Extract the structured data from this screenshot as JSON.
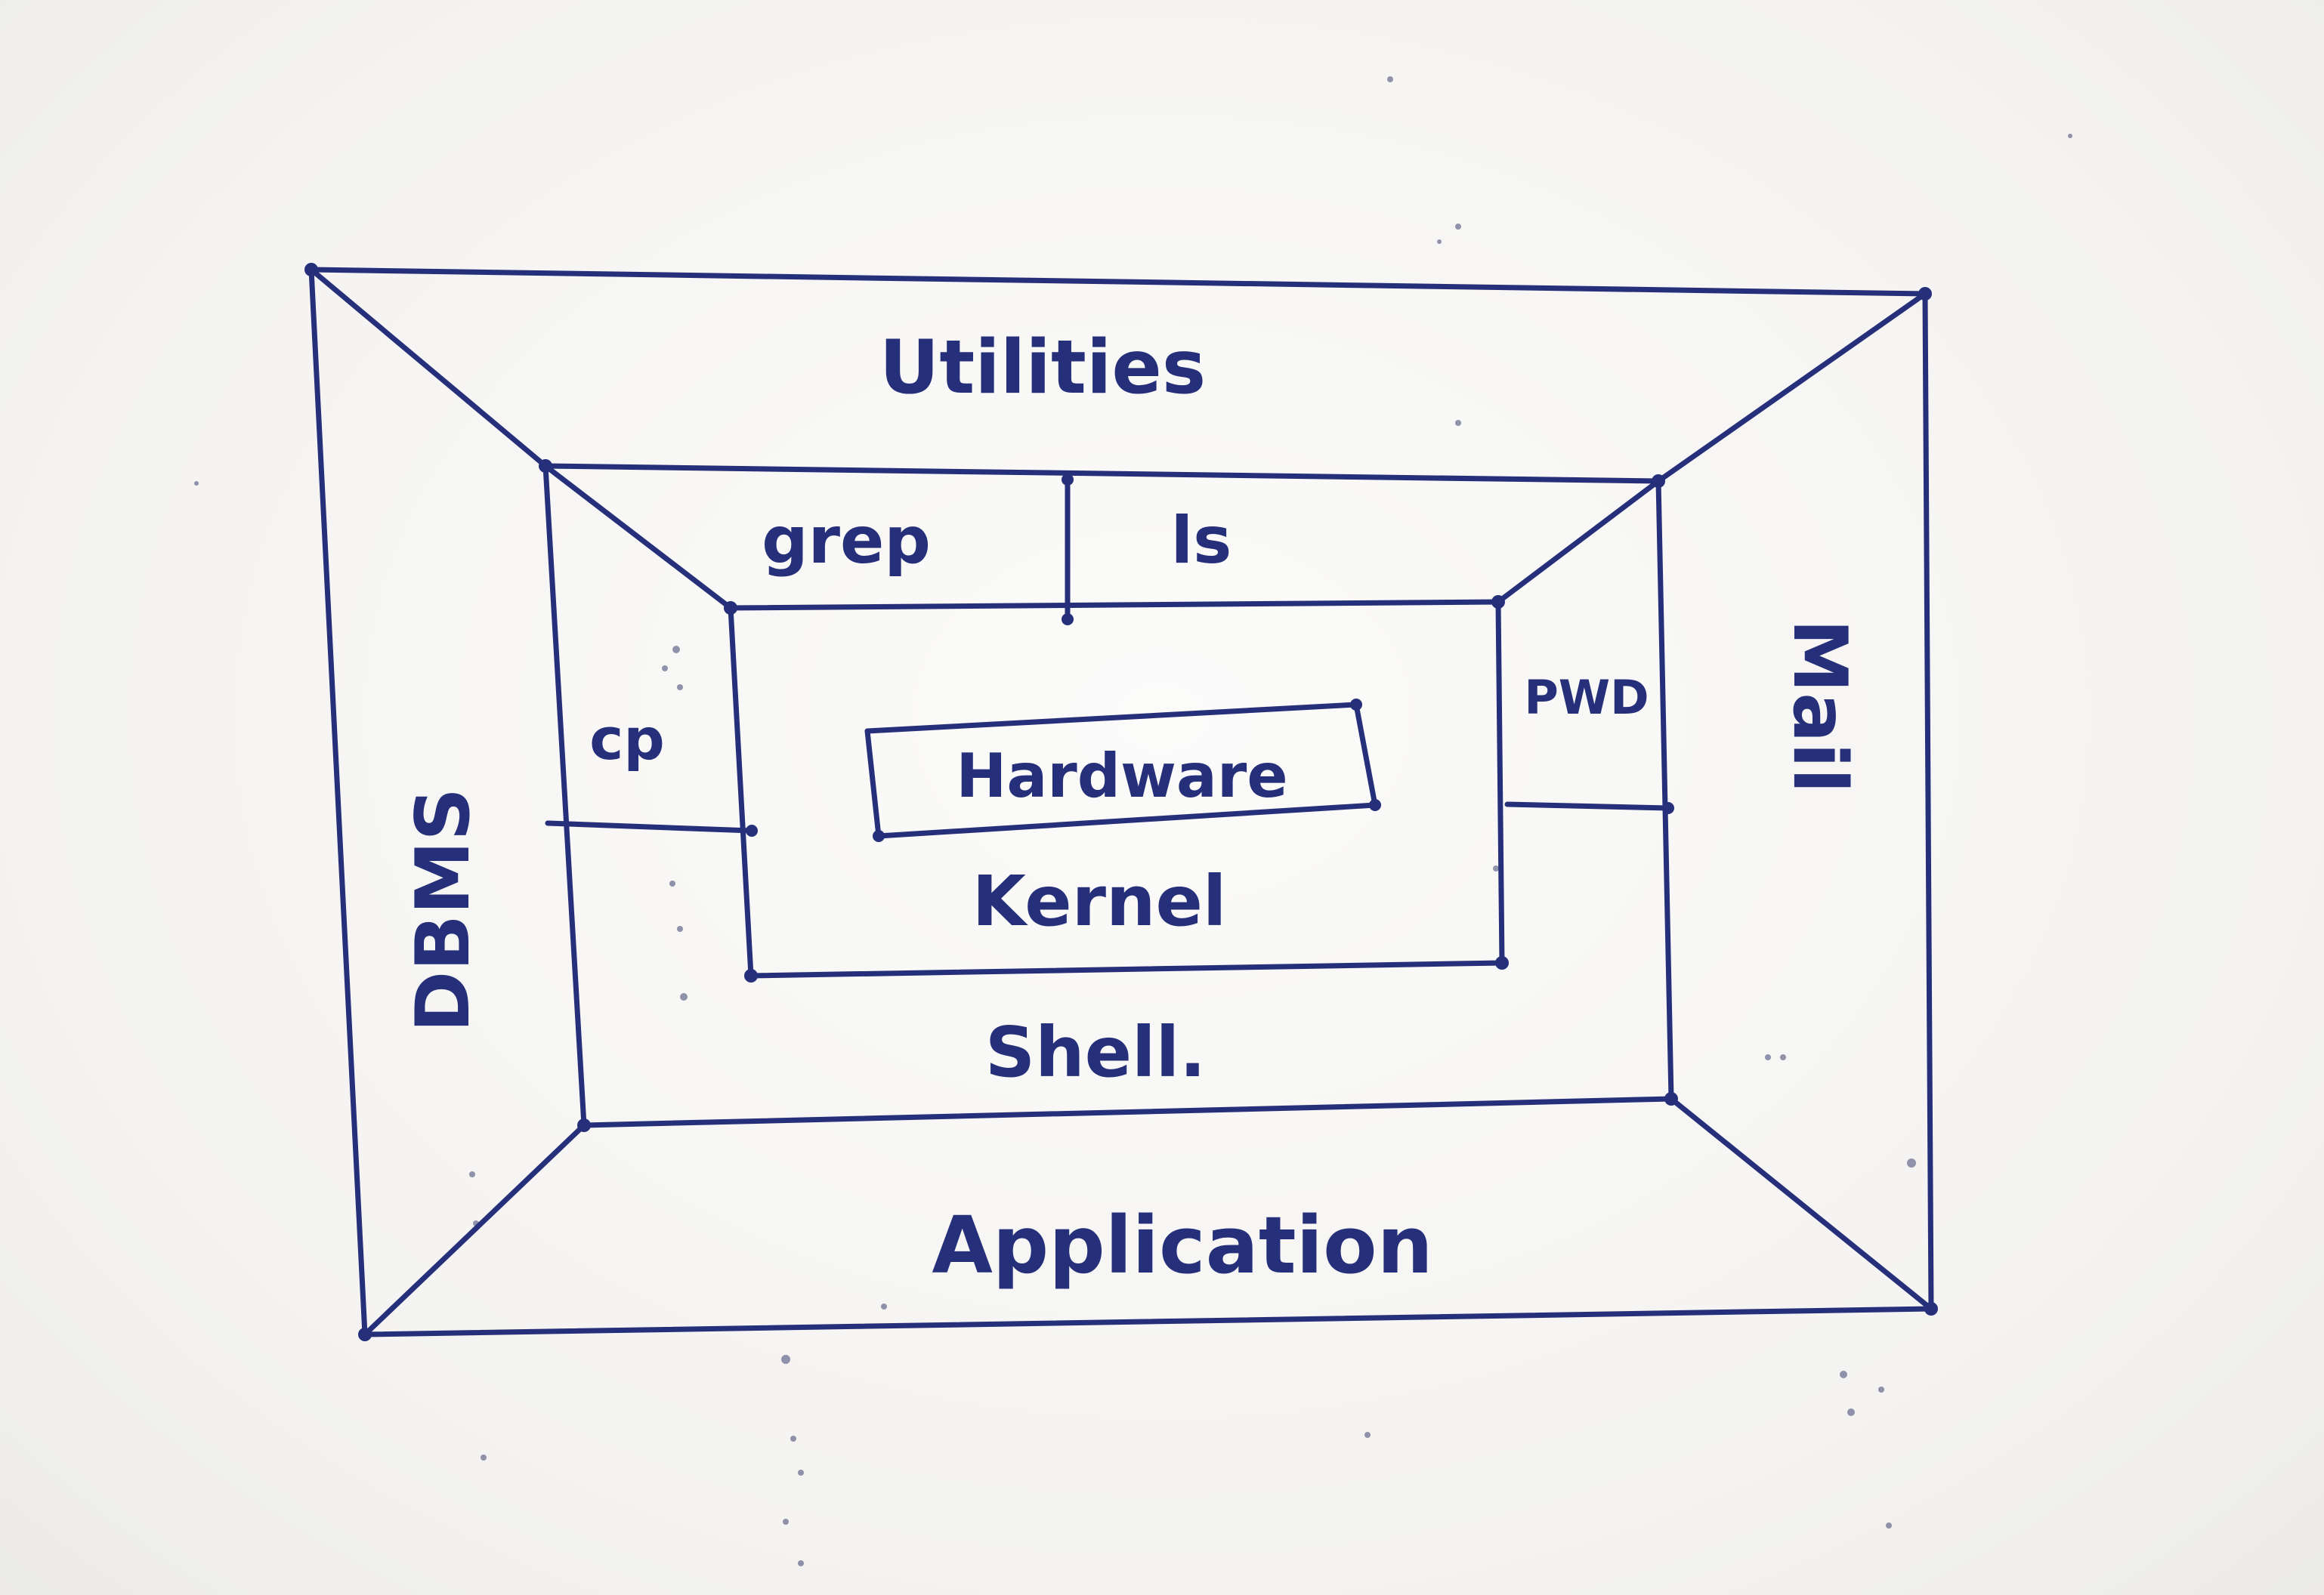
{
  "diagram": {
    "ink_color": "#26307a",
    "paper_color": "#f4f3f1",
    "layers": {
      "innermost": "Hardware",
      "kernel": "Kernel",
      "shell": "Shell.",
      "outer_top": "Utilities",
      "outer_bottom": "Application",
      "outer_left": "DBMS",
      "outer_right": "Mail"
    },
    "commands": {
      "top_left": "grep",
      "top_right": "ls",
      "left": "cp",
      "right": "PWD"
    }
  }
}
